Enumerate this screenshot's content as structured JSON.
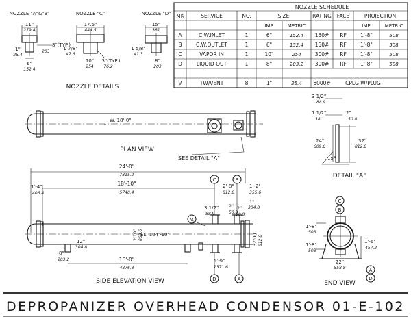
{
  "drawing": {
    "title": "DEPROPANIZER OVERHEAD CONDENSOR 01-E-102"
  },
  "nozzle_schedule": {
    "title": "NOZZLE SCHEDULE",
    "headers": {
      "mk": "MK",
      "service": "SERVICE",
      "no": "NO.",
      "size": "SIZE",
      "rating": "RATING",
      "face": "FACE",
      "projection": "PROJECTION",
      "imp": "IMP.",
      "metric": "METRIC"
    },
    "rows": [
      {
        "mk": "A",
        "service": "C.W.INLET",
        "no": "1",
        "size_imp": "6\"",
        "size_metric": "152.4",
        "rating": "150#",
        "face": "RF",
        "proj_imp": "1'-8\"",
        "proj_metric": "508"
      },
      {
        "mk": "B",
        "service": "C.W.OUTLET",
        "no": "1",
        "size_imp": "6\"",
        "size_metric": "152.4",
        "rating": "150#",
        "face": "RF",
        "proj_imp": "1'-8\"",
        "proj_metric": "508"
      },
      {
        "mk": "C",
        "service": "VAPOR IN",
        "no": "1",
        "size_imp": "10\"",
        "size_metric": "254",
        "rating": "300#",
        "face": "RF",
        "proj_imp": "1'-8\"",
        "proj_metric": "508"
      },
      {
        "mk": "D",
        "service": "LIQUID OUT",
        "no": "1",
        "size_imp": "8\"",
        "size_metric": "203.2",
        "rating": "300#",
        "face": "RF",
        "proj_imp": "1'-8\"",
        "proj_metric": "508"
      }
    ],
    "vent_row": {
      "mk": "V",
      "service": "TW/VENT",
      "no": "8",
      "size_imp": "1\"",
      "size_metric": "25.4",
      "rating": "6000#",
      "face_proj": "CPLG W/PLUG"
    }
  },
  "nozzle_details": {
    "title": "NOZZLE DETAILS",
    "ab": {
      "label": "NOZZLE \"A\"&\"B\"",
      "w_imp": "11\"",
      "w_met": "279.4",
      "h_imp": "1\"",
      "h_met": "25.4",
      "b_imp": "6\"",
      "b_met": "152.4",
      "typ_imp": "8\"(TYP.)",
      "typ_met": "203"
    },
    "c": {
      "label": "NOZZLE \"C\"",
      "w_imp": "17.5\"",
      "w_met": "444.5",
      "h_imp": "1 7/8\"",
      "h_met": "47.6",
      "b_imp": "10\"",
      "b_met": "254",
      "typ_imp": "3\"(TYP.)",
      "typ_met": "76.2"
    },
    "d": {
      "label": "NOZZLE \"D\"",
      "w_imp": "15\"",
      "w_met": "381",
      "h_imp": "1 5/8\"",
      "h_met": "41.3",
      "b_imp": "8\"",
      "b_met": "203"
    }
  },
  "plan_view": {
    "title": "PLAN VIEW",
    "w_label": "W. 18'-0\"",
    "see_detail": "SEE DETAIL \"A\""
  },
  "detail_a": {
    "title": "DETAIL \"A\"",
    "d1_imp": "3 1/2\"",
    "d1_met": "88.9",
    "d2_imp": "1 1/2\"",
    "d2_met": "38.1",
    "d3_imp": "2\"",
    "d3_met": "50.8",
    "d4_imp": "24\"",
    "d4_met": "609.6",
    "d5_imp": "32\"",
    "d5_met": "812.8",
    "angle": "15°"
  },
  "elevation": {
    "title": "SIDE ELEVATION VIEW",
    "overall_imp": "24'-0\"",
    "overall_met": "7315.2",
    "tube_imp": "18'-10\"",
    "tube_met": "5740.4",
    "left_imp": "1'-4\"",
    "left_met": "406.4",
    "cb_imp": "2'-8\"",
    "cb_met": "812.8",
    "right_imp": "1'-2\"",
    "right_met": "355.6",
    "gap1_imp": "1\"",
    "gap1_met": "304.8",
    "v_imp": "3 1/2\"",
    "v_met": "88.9",
    "g2_imp": "2\"",
    "g2_met": "50.8",
    "g3_imp": "2\"",
    "g3_met": "50.8",
    "el_label": "EL. 104'-10\"",
    "h1_imp": "2'10\"",
    "h1_met": "863.6",
    "h2_imp": "32\"00.",
    "h2_met": "812.8",
    "sad_imp": "12\"",
    "sad_met": "304.8",
    "ft_imp": "8\"",
    "ft_met": "203.2",
    "base_imp": "16'-0\"",
    "base_met": "4876.8",
    "ad_imp": "4'-6\"",
    "ad_met": "1371.6"
  },
  "end_view": {
    "title": "END VIEW",
    "a_imp": "1'-8\"",
    "a_met": "508",
    "b_imp": "1'-8\"",
    "b_met": "508",
    "c_imp": "1'-6\"",
    "c_met": "457.2",
    "w_imp": "22\"",
    "w_met": "558.8"
  },
  "markers": {
    "a": "A",
    "b": "B",
    "c": "C",
    "d": "D",
    "v": "V"
  }
}
